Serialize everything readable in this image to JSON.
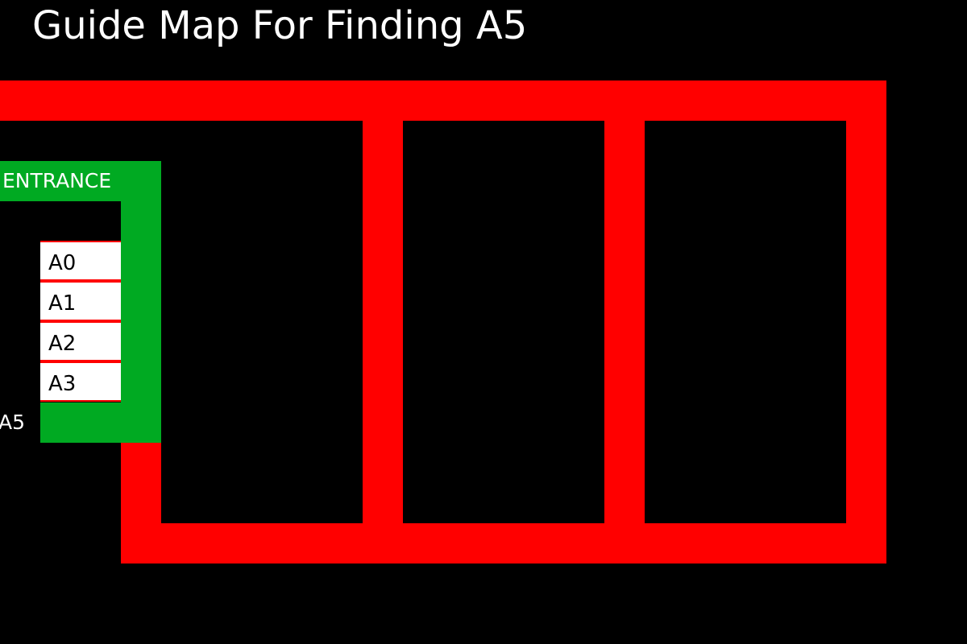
{
  "title": "Guide Map For Finding A5",
  "entrance_label": "ENTRANCE",
  "target_label": "A5",
  "spots": [
    "A0",
    "A1",
    "A2",
    "A3"
  ],
  "colors": {
    "background": "#000000",
    "road": "#ff0000",
    "entrance_zone": "#00aa22",
    "spot": "#ffffff",
    "text_light": "#ffffff",
    "text_dark": "#000000"
  }
}
